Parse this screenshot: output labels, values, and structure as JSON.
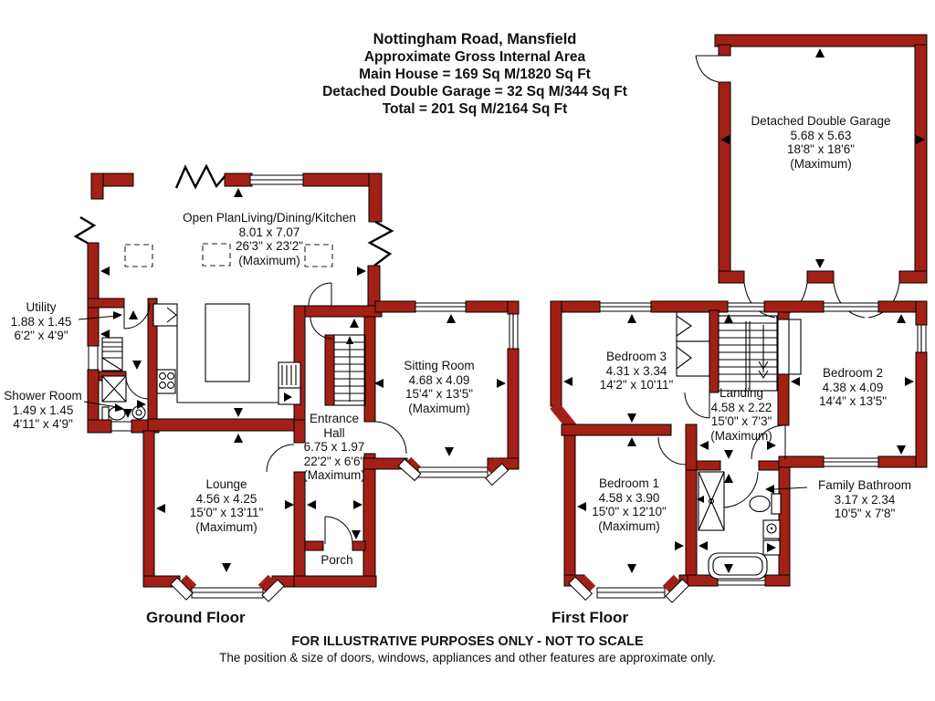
{
  "colors": {
    "wall": "#A32016",
    "outline": "#000000",
    "background": "#FFFFFF",
    "text": "#111111"
  },
  "title": {
    "line1": "Nottingham Road, Mansfield",
    "line2": "Approximate Gross Internal Area",
    "line3": "Main House = 169 Sq M/1820 Sq Ft",
    "line4": "Detached Double Garage = 32 Sq M/344 Sq Ft",
    "line5": "Total = 201 Sq M/2164 Sq Ft"
  },
  "garage": {
    "name": "Detached Double Garage",
    "metric": "5.68 x 5.63",
    "imperial": "18'8\" x 18'6\"",
    "max": "(Maximum)"
  },
  "ground_floor": {
    "label": "Ground Floor",
    "rooms": {
      "open_plan": {
        "name": "Open PlanLiving/Dining/Kitchen",
        "metric": "8.01 x 7.07",
        "imperial": "26'3\" x 23'2\"",
        "max": "(Maximum)"
      },
      "utility": {
        "name": "Utility",
        "metric": "1.88 x 1.45",
        "imperial": "6'2\" x 4'9\""
      },
      "shower_room": {
        "name": "Shower Room",
        "metric": "1.49 x 1.45",
        "imperial": "4'11\" x 4'9\""
      },
      "sitting_room": {
        "name": "Sitting Room",
        "metric": "4.68 x 4.09",
        "imperial": "15'4\" x 13'5\"",
        "max": "(Maximum)"
      },
      "entrance_hall": {
        "name": "Entrance Hall",
        "metric": "6.75 x 1.97",
        "imperial": "22'2\" x 6'6\"",
        "max": "(Maximum)"
      },
      "lounge": {
        "name": "Lounge",
        "metric": "4.56 x 4.25",
        "imperial": "15'0\" x 13'11\"",
        "max": "(Maximum)"
      },
      "porch": {
        "name": "Porch"
      }
    }
  },
  "first_floor": {
    "label": "First Floor",
    "rooms": {
      "bedroom_3": {
        "name": "Bedroom 3",
        "metric": "4.31 x 3.34",
        "imperial": "14'2\" x 10'11\""
      },
      "bedroom_2": {
        "name": "Bedroom 2",
        "metric": "4.38 x 4.09",
        "imperial": "14'4\" x 13'5\""
      },
      "bedroom_1": {
        "name": "Bedroom 1",
        "metric": "4.58 x 3.90",
        "imperial": "15'0\" x 12'10\"",
        "max": "(Maximum)"
      },
      "landing": {
        "name": "Landing",
        "metric": "4.58 x 2.22",
        "imperial": "15'0\" x 7'3\"",
        "max": "(Maximum)"
      },
      "family_bathroom": {
        "name": "Family Bathroom",
        "metric": "3.17 x 2.34",
        "imperial": "10'5\" x 7'8\""
      }
    }
  },
  "footer": {
    "line1": "FOR ILLUSTRATIVE PURPOSES ONLY - NOT TO SCALE",
    "line2": "The position & size of doors, windows, appliances and other features are approximate only."
  }
}
